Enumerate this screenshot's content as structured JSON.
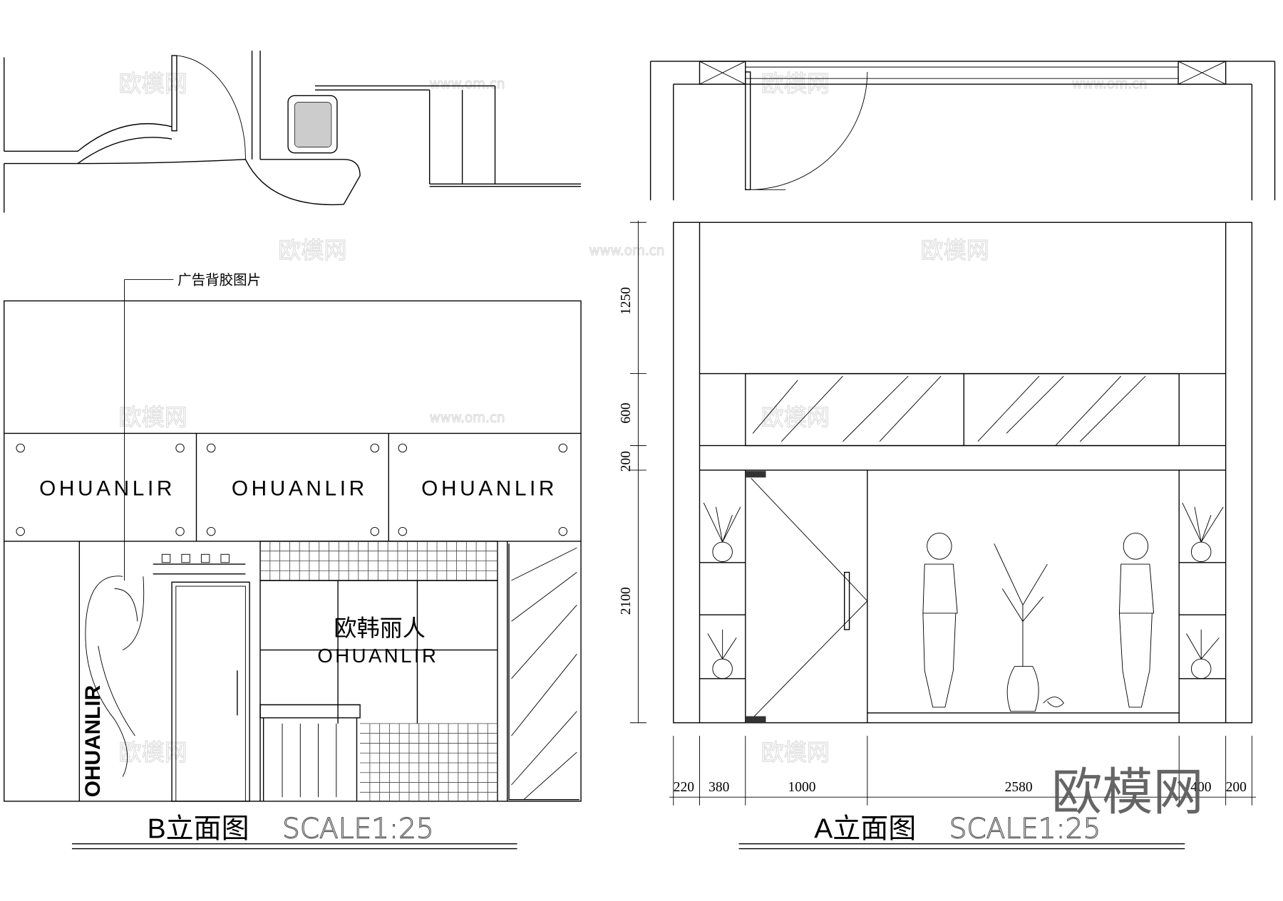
{
  "b_elevation": {
    "title": "B立面图",
    "scale": "SCALE1:25",
    "callout": "广告背胶图片",
    "sign_text": [
      "OHUANLIR",
      "OHUANLIR",
      "OHUANLIR"
    ],
    "wall_brand_cn": "欧韩丽人",
    "wall_brand_en": "OHUANLIR",
    "vertical_text": "OHUANLIR"
  },
  "a_elevation": {
    "title": "A立面图",
    "scale": "SCALE1:25",
    "vertical_dims": [
      "1250",
      "600",
      "200",
      "2100"
    ],
    "horizontal_dims": [
      "220",
      "380",
      "1000",
      "2580",
      "400",
      "200"
    ]
  },
  "watermark": {
    "logo": "欧模网",
    "url": "www.om.cn"
  }
}
